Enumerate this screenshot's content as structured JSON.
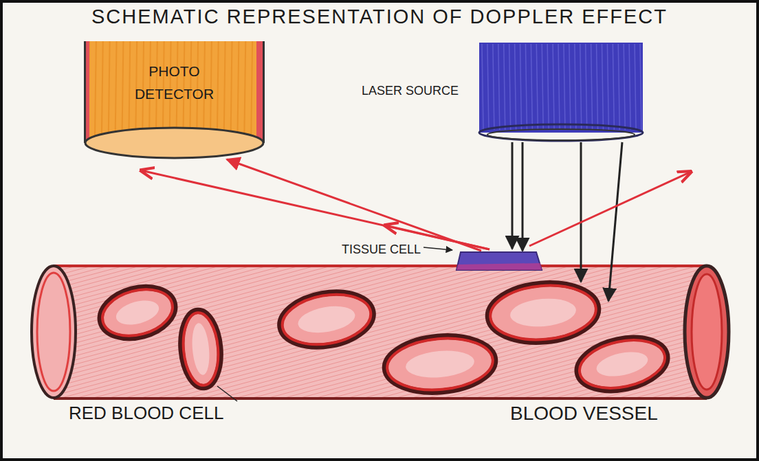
{
  "diagram": {
    "title": "SCHEMATIC REPRESENTATION OF DOPPLER EFFECT",
    "nodes": [
      {
        "text": [
          "PHOTO DETECTOR"
        ]
      },
      {
        "text": [
          "LASER SOURCE"
        ]
      },
      {
        "text": [
          "TISSUE CELL"
        ]
      }
    ],
    "edges": [
      {
        "from": 1,
        "to": 2,
        "arrow": "to"
      },
      {
        "from": 2,
        "to": 0,
        "arrow": "to"
      }
    ],
    "labels": [
      "RED BLOOD CELL",
      "BLOOD VESSEL"
    ]
  }
}
